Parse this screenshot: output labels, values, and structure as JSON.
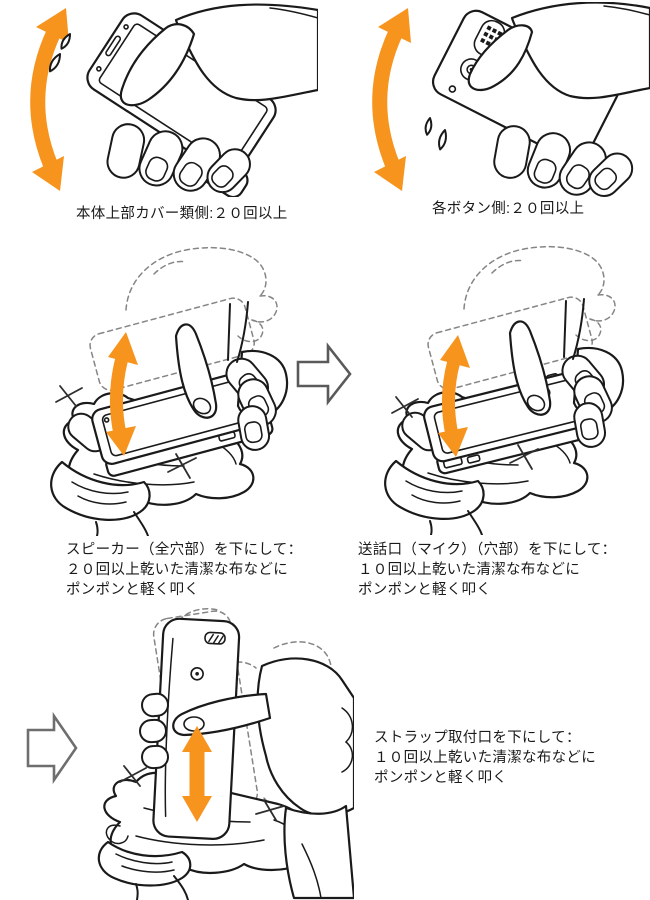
{
  "page": {
    "type": "instruction-manual-illustration",
    "language": "ja",
    "background": "#ffffff"
  },
  "colors": {
    "background": "#ffffff",
    "text": "#1a1a1a",
    "line_art": "#1a1a1a",
    "dashed_outline": "#858585",
    "motion_arrow_orange": "#F7941E",
    "step_arrow_outline": "#5a5a5a",
    "step_arrow_outline_bottom": "#6e6e6e"
  },
  "captions": {
    "shake_top": "本体上部カバー類側:２０回以上",
    "shake_buttons": "各ボタン側:２０回以上",
    "tap_speaker": [
      "スピーカー（全穴部）を下にして：",
      "２０回以上乾いた清潔な布などに",
      "ポンポンと軽く叩く"
    ],
    "tap_mic": [
      "送話口（マイク）（穴部）を下にして：",
      "１０回以上乾いた清潔な布などに",
      "ポンポンと軽く叩く"
    ],
    "tap_strap": [
      "ストラップ取付口を下にして：",
      "１０回以上乾いた清潔な布などに",
      "ポンポンと軽く叩く"
    ]
  },
  "illustrations": {
    "shake_top": {
      "icon": "hand-shaking-phone-screen-side-icon",
      "motion_arrow": "orange-curved-double-arrow",
      "water_droplets": 2
    },
    "shake_buttons": {
      "icon": "hand-shaking-phone-back-side-icon",
      "motion_arrow": "orange-curved-double-arrow",
      "water_droplets": 2
    },
    "tap_speaker": {
      "icon": "patting-phone-speaker-down-on-cloth-icon",
      "motion_arrow": "orange-vertical-double-arrow",
      "ghost": "dashed-raised-hand"
    },
    "tap_mic": {
      "icon": "patting-phone-mic-down-on-cloth-icon",
      "motion_arrow": "orange-vertical-double-arrow",
      "ghost": "dashed-raised-hand"
    },
    "tap_strap": {
      "icon": "patting-phone-upright-on-cloth-icon",
      "motion_arrow": "orange-vertical-double-arrow",
      "ghost": "dashed-raised-hand"
    },
    "step_arrow_middle": "right-block-arrow",
    "step_arrow_bottom": "right-block-arrow"
  }
}
